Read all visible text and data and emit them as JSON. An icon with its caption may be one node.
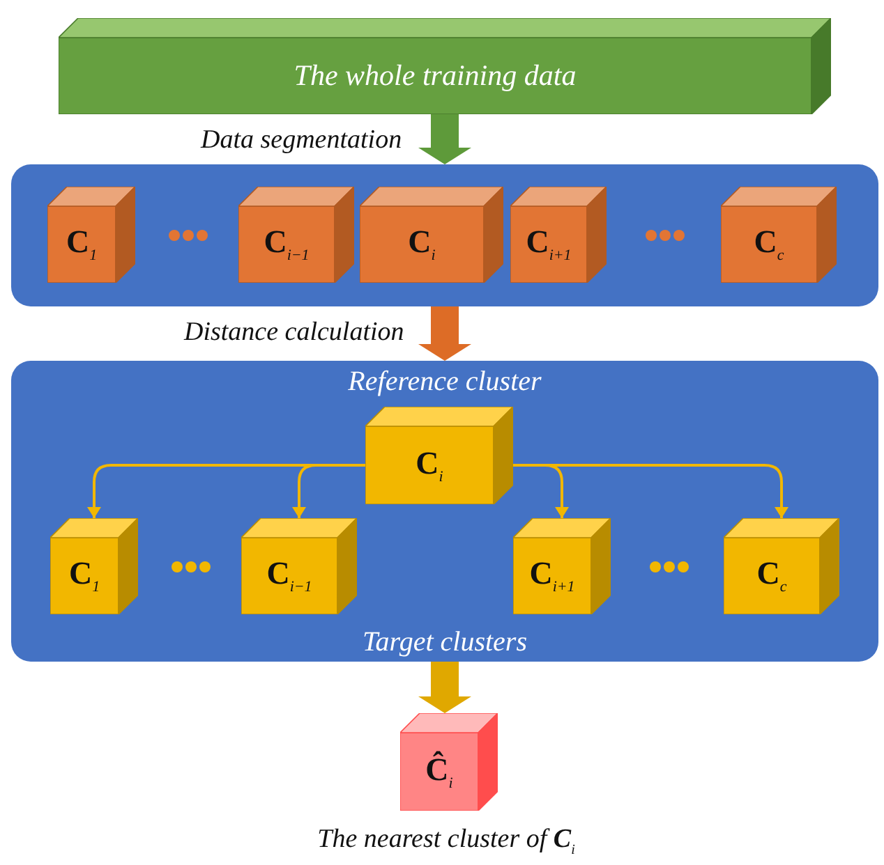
{
  "diagram": {
    "nodes": [
      {
        "text": [
          "The whole training data"
        ]
      },
      {
        "text": [],
        "shape": "box"
      },
      {
        "text": [
          "**C**$_{1}$"
        ],
        "in": 1
      },
      {
        "text": [
          "**C**$_{i−1}$"
        ],
        "in": 1
      },
      {
        "text": [
          "**C**$_{i}$"
        ],
        "in": 1
      },
      {
        "text": [
          "**C**$_{i+1}$"
        ],
        "in": 1
      },
      {
        "text": [
          "**C**$_{c}$"
        ],
        "in": 1
      },
      {
        "text": [
          "Reference cluster",
          "Target clusters"
        ]
      },
      {
        "text": [
          "**C**$_{i}$"
        ],
        "in": 7
      },
      {
        "text": [
          "**C**$_{1}$"
        ],
        "in": 7
      },
      {
        "text": [
          "**C**$_{i−1}$"
        ],
        "in": 7
      },
      {
        "text": [
          "**C**$_{i+1}$"
        ],
        "in": 7
      },
      {
        "text": [
          "**C**$_{c}$"
        ],
        "in": 7
      },
      {
        "text": [
          "**Ĉ**$_{i}$"
        ],
        "beside": [
          "The nearest cluster of **C**$_{i}$"
        ]
      }
    ],
    "edges": [
      {
        "from": 0,
        "to": 1,
        "arrow": "to",
        "label": "Data segmentation",
        "style": "thick",
        "color": "#5e9a3a"
      },
      {
        "from": 1,
        "to": 7,
        "arrow": "to",
        "label": "Distance calculation",
        "style": "thick",
        "color": "#dd6c26"
      },
      {
        "from": 8,
        "to": 9,
        "arrow": "to",
        "color": "#f2b700"
      },
      {
        "from": 8,
        "to": 10,
        "arrow": "to",
        "color": "#f2b700"
      },
      {
        "from": 8,
        "to": 11,
        "arrow": "to",
        "color": "#f2b700"
      },
      {
        "from": 8,
        "to": 12,
        "arrow": "to",
        "color": "#f2b700"
      },
      {
        "from": 7,
        "to": 13,
        "arrow": "to",
        "style": "thick",
        "color": "#e0a800"
      }
    ]
  }
}
